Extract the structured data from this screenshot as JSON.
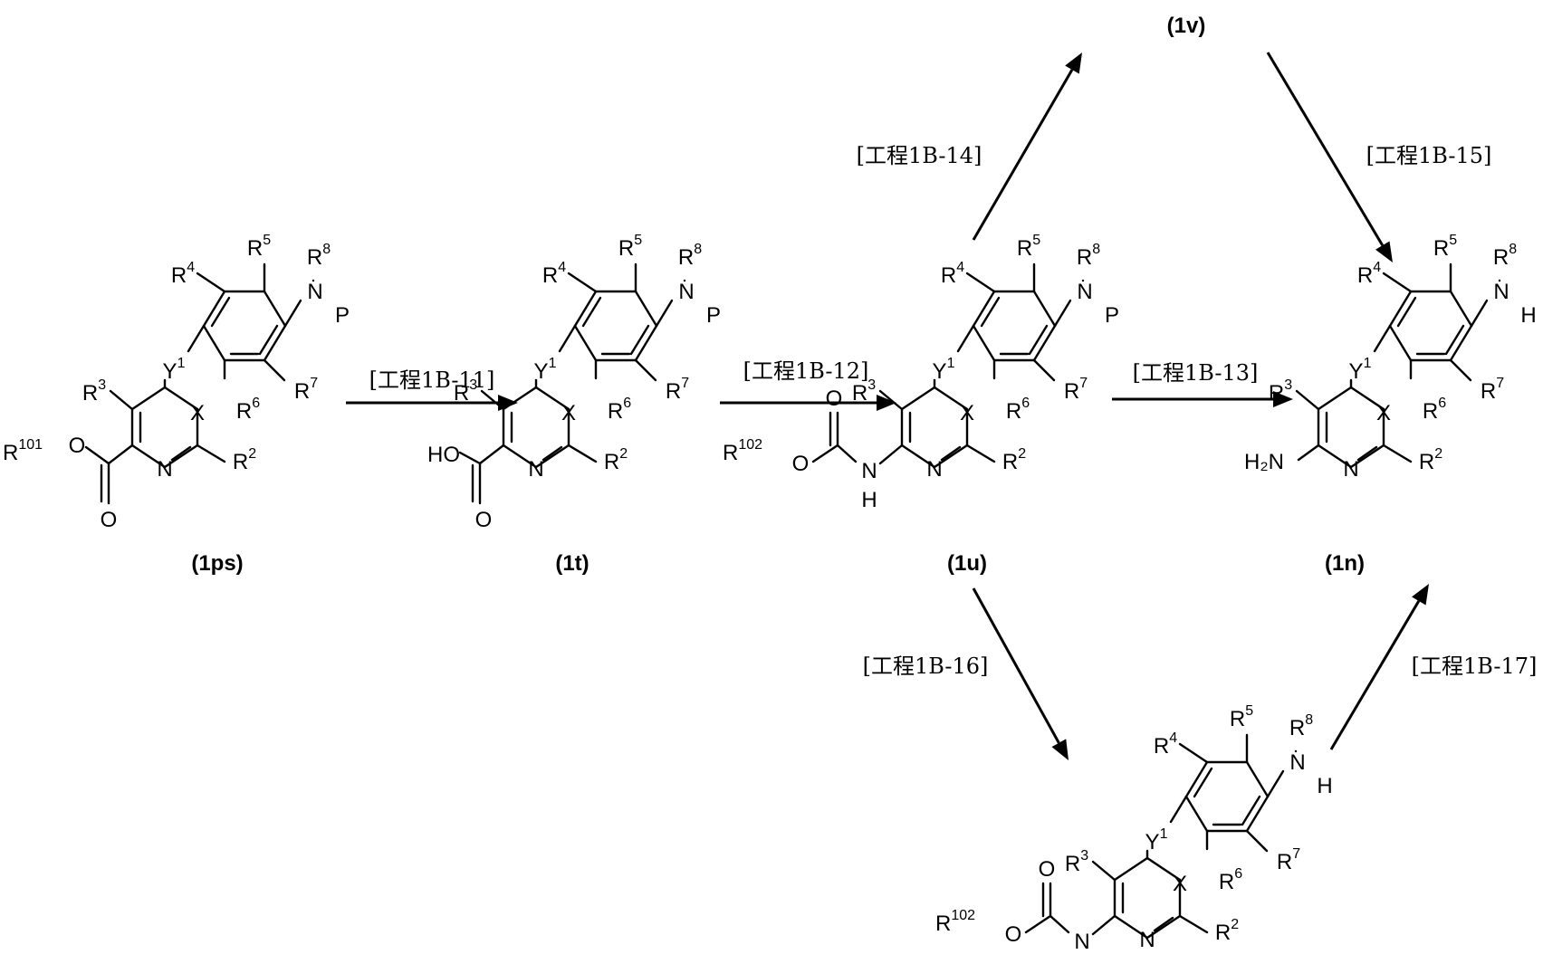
{
  "figure": {
    "labels": {
      "R101": "R",
      "R101_sup": "101",
      "R102": "R",
      "R102_sup": "102",
      "R2": "R",
      "R2_sup": "2",
      "R3": "R",
      "R3_sup": "3",
      "R4": "R",
      "R4_sup": "4",
      "R5": "R",
      "R5_sup": "5",
      "R6": "R",
      "R6_sup": "6",
      "R7": "R",
      "R7_sup": "7",
      "R8": "R",
      "R8_sup": "8",
      "Y1": "Y",
      "Y1_sup": "1",
      "X": "X",
      "N": "N",
      "O": "O",
      "P": "P",
      "H": "H",
      "HO": "HO",
      "NH": "N",
      "H2N": "H₂N"
    },
    "compounds": [
      {
        "id": "1ps",
        "label": "(1ps)"
      },
      {
        "id": "1t",
        "label": "(1t)"
      },
      {
        "id": "1u",
        "label": "(1u)"
      },
      {
        "id": "1n",
        "label": "(1n)"
      },
      {
        "id": "1v",
        "label": "(1v)"
      }
    ],
    "steps": [
      {
        "id": "s11",
        "label": "[工程1B-11]"
      },
      {
        "id": "s12",
        "label": "[工程1B-12]"
      },
      {
        "id": "s13",
        "label": "[工程1B-13]"
      },
      {
        "id": "s14",
        "label": "[工程1B-14]"
      },
      {
        "id": "s15",
        "label": "[工程1B-15]"
      },
      {
        "id": "s16",
        "label": "[工程1B-16]"
      },
      {
        "id": "s17",
        "label": "[工程1B-17]"
      }
    ],
    "colors": {
      "ink": "#000000",
      "background": "#ffffff"
    }
  }
}
